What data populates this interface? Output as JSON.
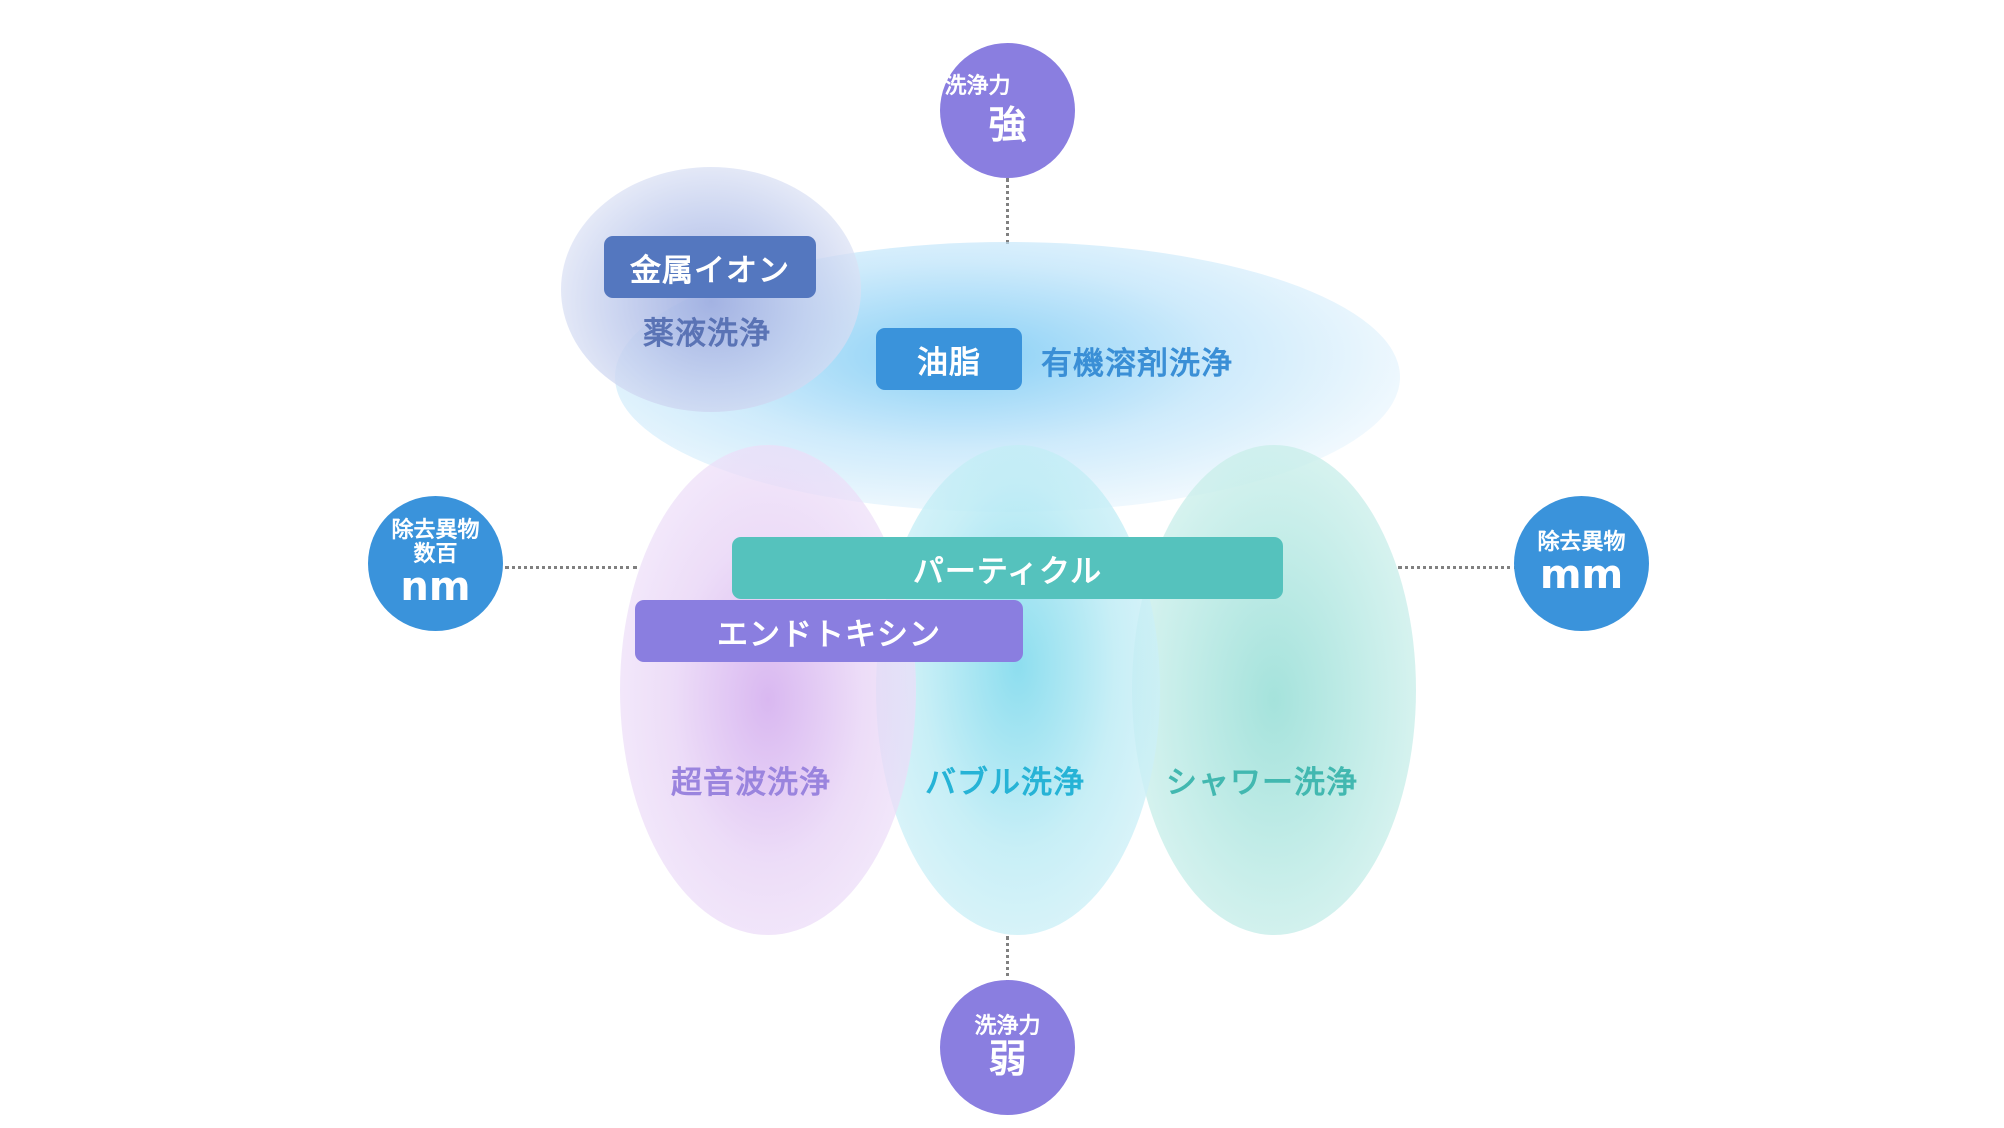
{
  "colors": {
    "purple": "#8a7ee0",
    "blue": "#3a93db",
    "steel": "#5477bf",
    "teal": "#55c2bd",
    "text_steel": "#5a73b5",
    "text_blue": "#3a8fd6",
    "text_purple": "#9a84de",
    "text_cyan": "#26b3d6",
    "text_teal": "#42b8b0"
  },
  "axis": {
    "top": {
      "small": "洗浄力",
      "big": "強"
    },
    "bottom": {
      "small": "洗浄力",
      "big": "弱"
    },
    "left": {
      "line1": "除去異物",
      "line2": "数百",
      "big": "nm"
    },
    "right": {
      "small": "除去異物",
      "big": "mm"
    }
  },
  "methods": {
    "chemical": "薬液洗浄",
    "organic_solvent": "有機溶剤洗浄",
    "ultrasonic": "超音波洗浄",
    "bubble": "バブル洗浄",
    "shower": "シャワー洗浄"
  },
  "targets": {
    "metal_ion": "金属イオン",
    "oil": "油脂",
    "particle": "パーティクル",
    "endotoxin": "エンドトキシン"
  }
}
